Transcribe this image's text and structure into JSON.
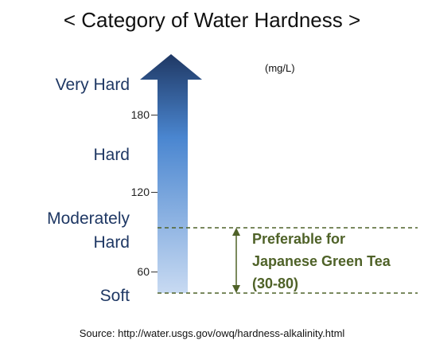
{
  "title": "< Category of Water Hardness >",
  "unit": "(mg/L)",
  "categories": [
    {
      "label": "Very Hard"
    },
    {
      "label": "Hard"
    },
    {
      "label_line1": "Moderately",
      "label_line2": "Hard"
    },
    {
      "label": "Soft"
    }
  ],
  "ticks": [
    "180",
    "120",
    "60"
  ],
  "preferable": {
    "line1": "Preferable for",
    "line2": "Japanese Green Tea",
    "line3": "(30-80)"
  },
  "source": "Source: http://water.usgs.gov/owq/hardness-alkalinity.html",
  "colors": {
    "arrow_top": "#1f3864",
    "arrow_mid": "#4a86d0",
    "arrow_bottom": "#c8daf2",
    "category_text": "#1f3864",
    "preferable": "#4f6228",
    "dashed_line": "#4f6228"
  }
}
